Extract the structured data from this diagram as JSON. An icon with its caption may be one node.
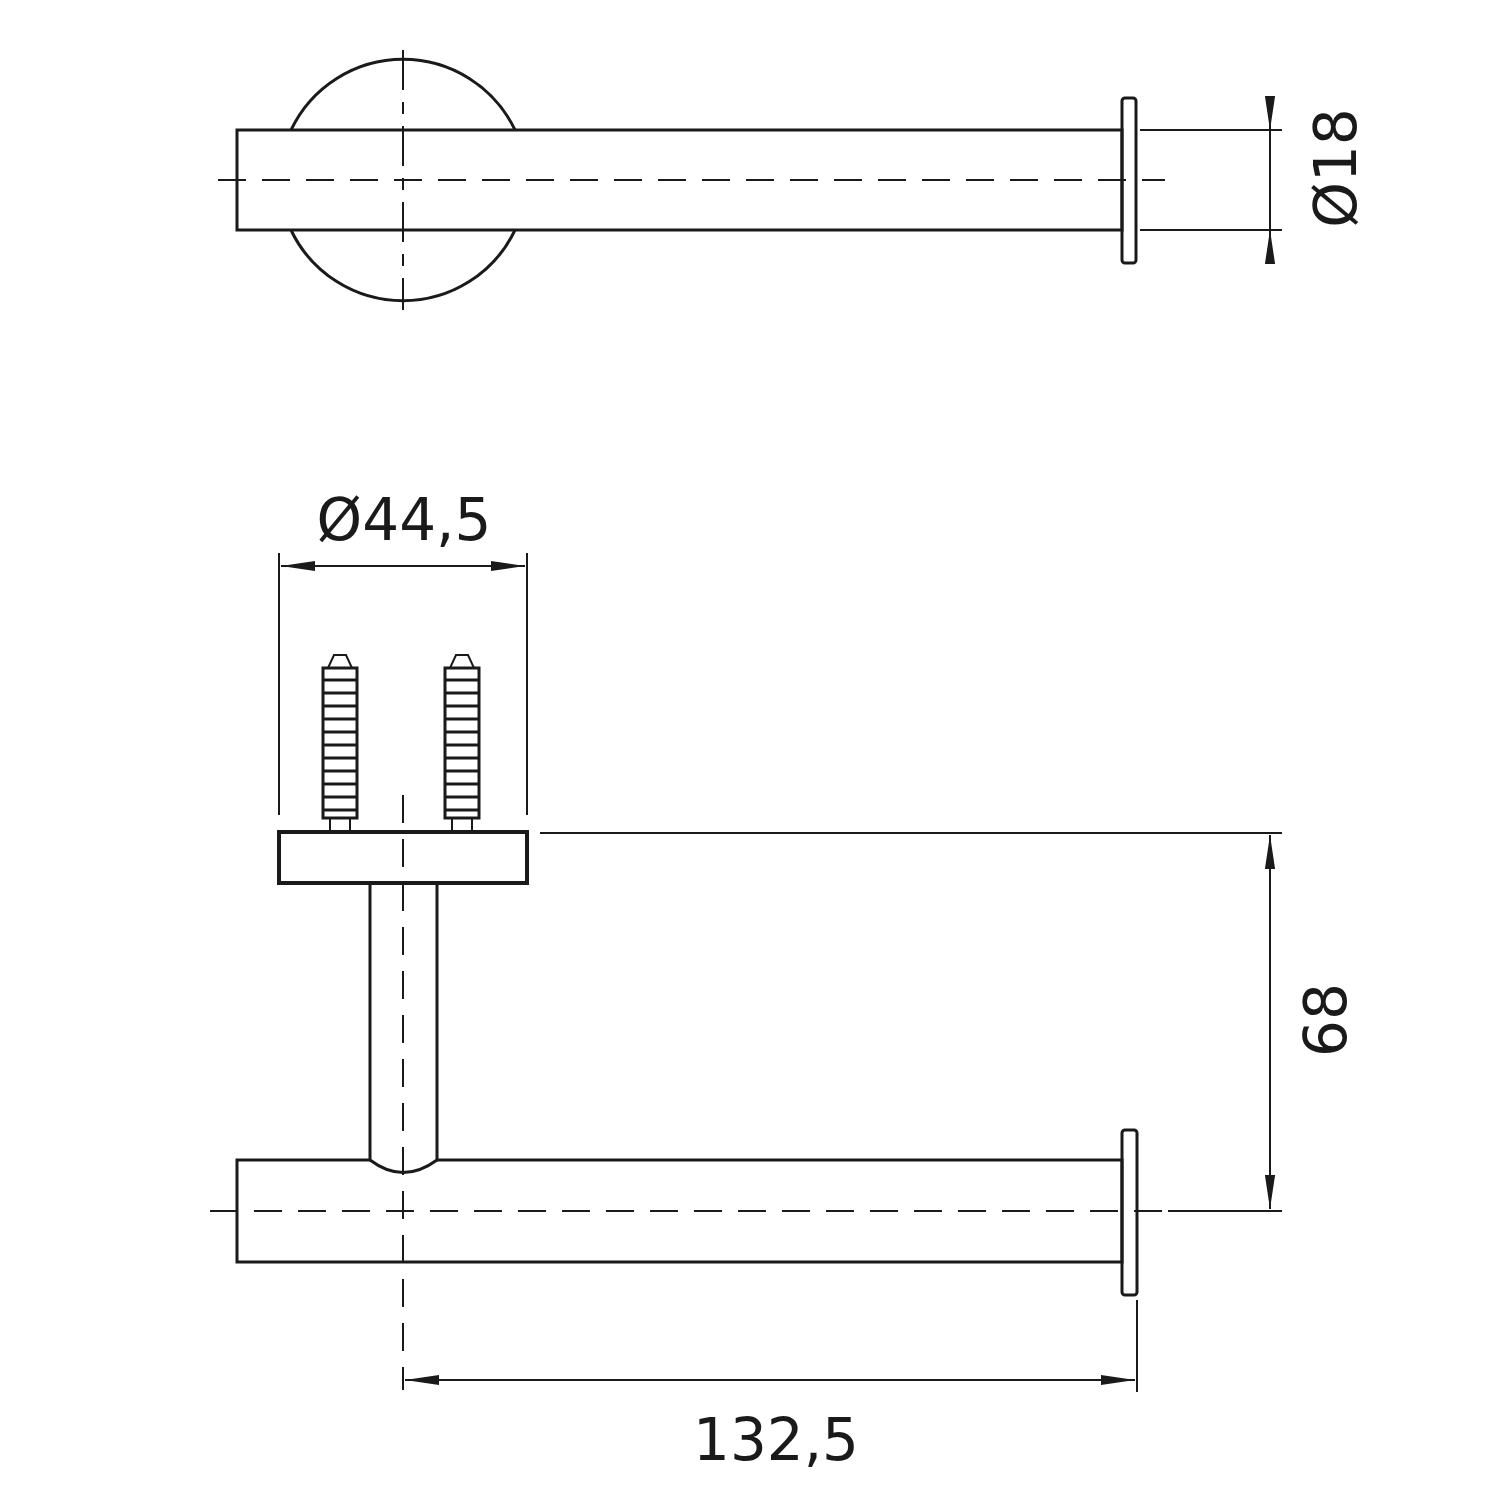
{
  "diagram": {
    "labels": [
      "Ø18",
      "Ø44,5",
      "68",
      "132,5"
    ]
  }
}
